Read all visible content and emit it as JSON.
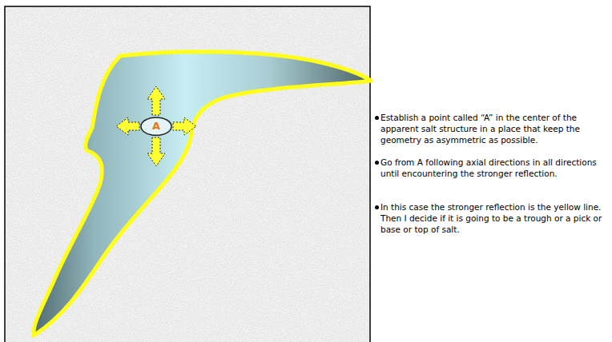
{
  "diagram": {
    "nodes": [
      {
        "text": [
          "A"
        ]
      }
    ],
    "labels": [
      "Establish a point called “A” in the center of the apparent salt structure in a place that keep the geometry as asymmetric as possible.",
      "Go from A following axial directions in all directions until encountering the stronger reflection.",
      "In this case the stronger reflection is the yellow line. Then I decide if it is going to be a trough or a pick or base or top of salt."
    ]
  }
}
